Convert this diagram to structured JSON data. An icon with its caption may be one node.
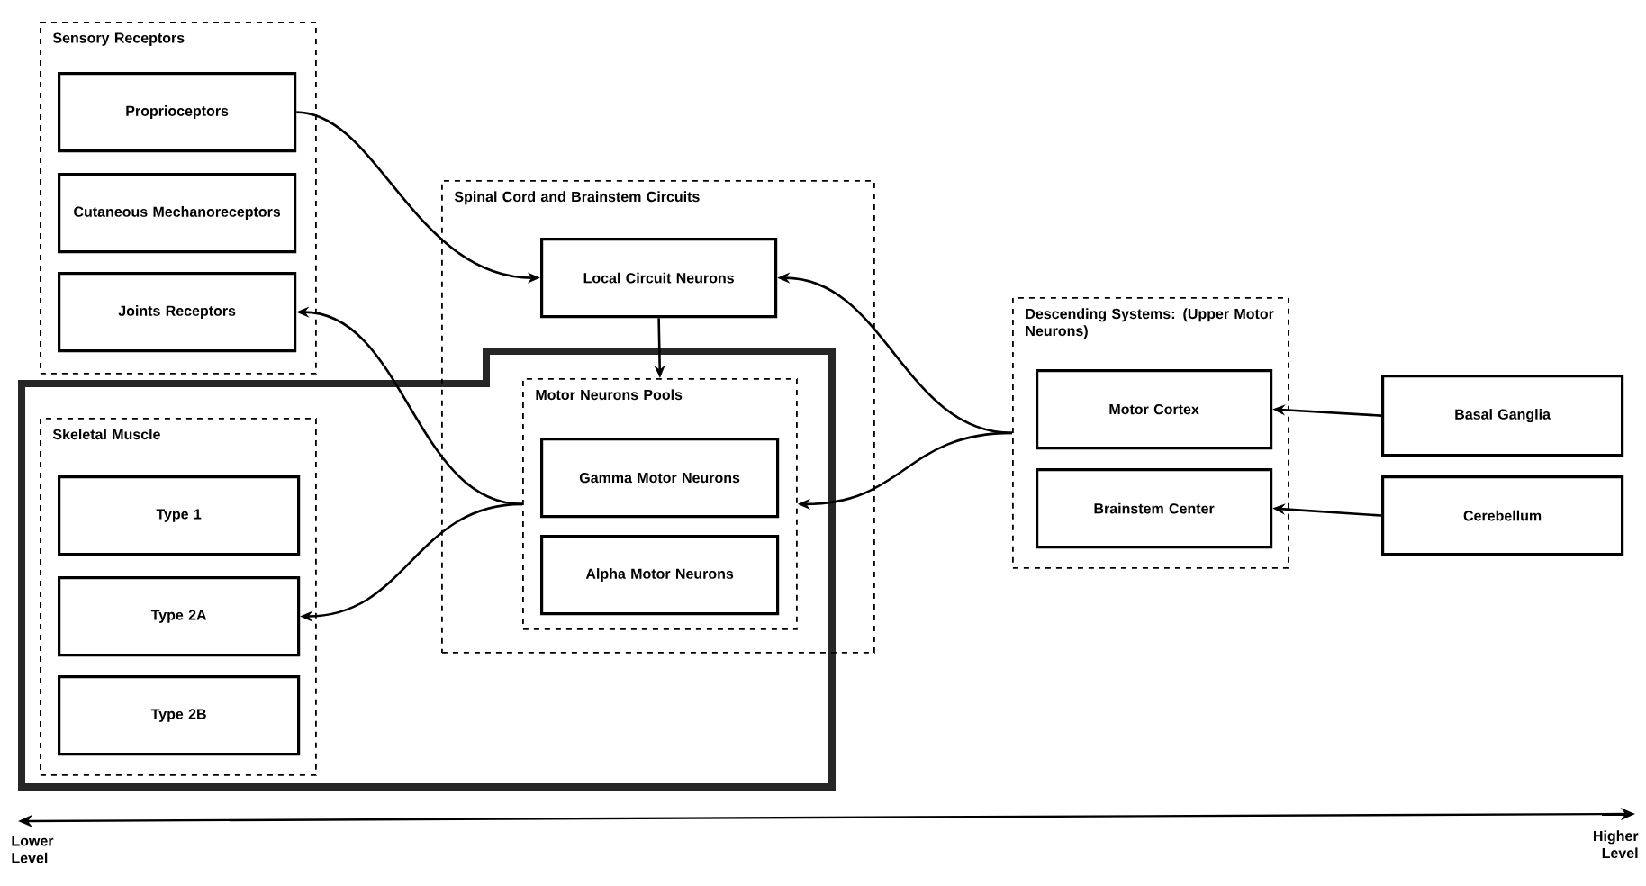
{
  "diagram": {
    "nodes": [
      {
        "text": [
          "Sensory Receptors"
        ]
      },
      {
        "text": [
          "Proprioceptors"
        ],
        "in": 0
      },
      {
        "text": [
          "Cutaneous Mechanoreceptors"
        ],
        "in": 0
      },
      {
        "text": [
          "Joints Receptors"
        ],
        "in": 0
      },
      {
        "text": [
          "Spinal Cord and Brainstem Circuits"
        ]
      },
      {
        "text": [
          "Local Circuit Neurons"
        ],
        "in": 4
      },
      {
        "text": [
          "Motor Neurons Pools"
        ],
        "in": 4
      },
      {
        "text": [
          "Gamma Motor Neurons"
        ],
        "in": 6
      },
      {
        "text": [
          "Alpha Motor Neurons"
        ],
        "in": 6
      },
      {
        "text": [
          "Skeletal Muscle"
        ]
      },
      {
        "text": [
          "Type 1"
        ],
        "in": 9
      },
      {
        "text": [
          "Type 2A"
        ],
        "in": 9
      },
      {
        "text": [
          "Type 2B"
        ],
        "in": 9
      },
      {
        "text": [
          "Descending Systems: (Upper Motor Neurons)"
        ]
      },
      {
        "text": [
          "Motor Cortex"
        ],
        "in": 13
      },
      {
        "text": [
          "Brainstem Center"
        ],
        "in": 13
      },
      {
        "text": [
          "Basal Ganglia"
        ]
      },
      {
        "text": [
          "Cerebellum"
        ]
      }
    ],
    "edges": [
      {
        "from": 1,
        "to": 5,
        "arrow": "to"
      },
      {
        "from": 5,
        "to": 6,
        "arrow": "to"
      },
      {
        "from": 6,
        "to": 3,
        "arrow": "to"
      },
      {
        "from": 6,
        "to": 11,
        "arrow": "to"
      },
      {
        "from": 13,
        "to": 5,
        "arrow": "to"
      },
      {
        "from": 13,
        "to": 6,
        "arrow": "to"
      },
      {
        "from": 16,
        "to": 14,
        "arrow": "to"
      },
      {
        "from": 17,
        "to": 15,
        "arrow": "to"
      }
    ],
    "labels": [
      "Lower Level",
      "Higher Level"
    ]
  }
}
